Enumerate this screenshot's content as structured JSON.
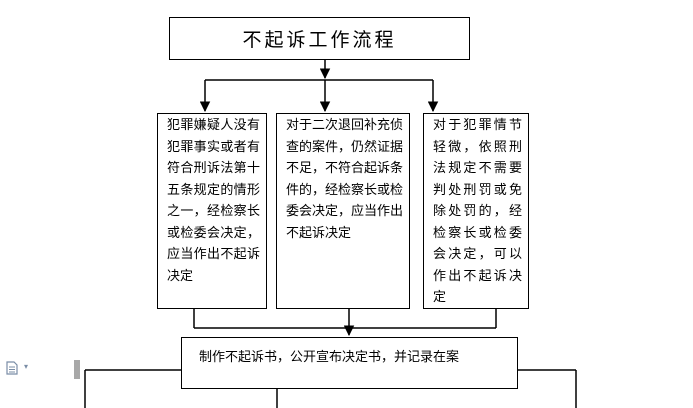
{
  "title": "不起诉工作流程",
  "nodes": [
    {
      "text": "犯罪嫌疑人没有犯罪事实或者有符合刑诉法第十五条规定的情形之一，经检察长或检委会决定，应当作出不起诉决定"
    },
    {
      "text": "对于二次退回补充侦查的案件，仍然证据不足，不符合起诉条件的，经检察长或检委会决定，应当作出不起诉决定"
    },
    {
      "text": "对于犯罪情节轻微，依照刑法规定不需要判处刑罚或免除处罚的，经检察长或检委会决定，可以作出不起诉决定"
    }
  ],
  "bottom": {
    "text": "制作不起诉书，公开宣布决定书，并记录在案"
  },
  "icons": {
    "doc": "document-icon",
    "caret": "caret-down-icon"
  },
  "colors": {
    "line": "#000000",
    "icon": "#7a8da6"
  }
}
